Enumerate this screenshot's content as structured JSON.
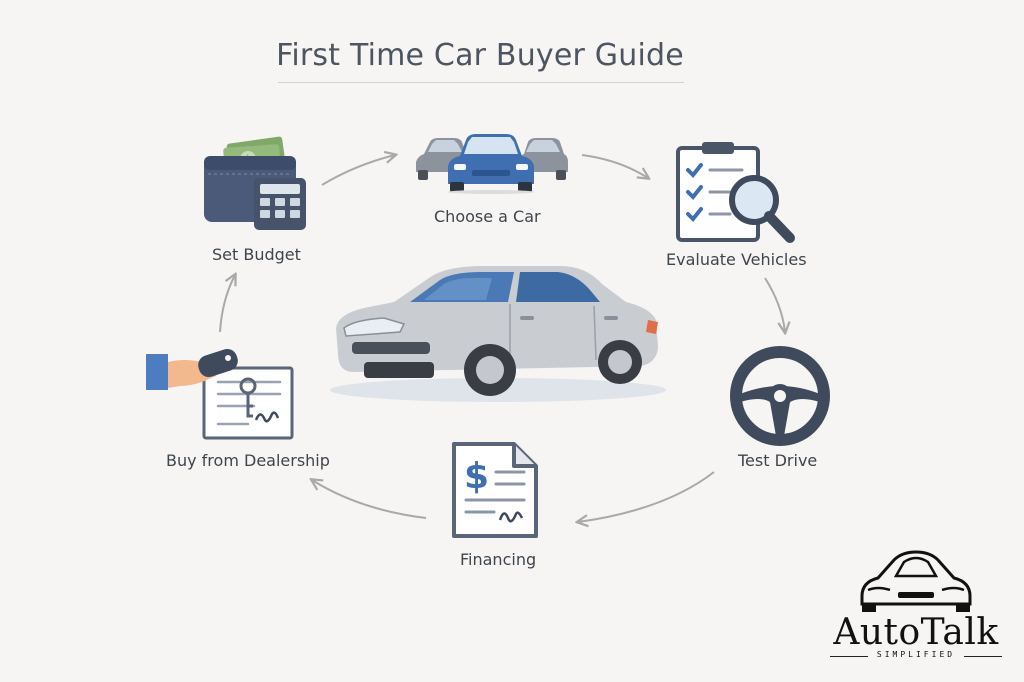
{
  "title": "First Time Car Buyer Guide",
  "steps": [
    {
      "label": "Set Budget",
      "icon": "wallet-calculator-icon"
    },
    {
      "label": "Choose a Car",
      "icon": "cars-icon"
    },
    {
      "label": "Evaluate Vehicles",
      "icon": "clipboard-magnifier-icon"
    },
    {
      "label": "Test Drive",
      "icon": "steering-wheel-icon"
    },
    {
      "label": "Financing",
      "icon": "dollar-document-icon"
    },
    {
      "label": "Buy from Dealership",
      "icon": "hand-keys-contract-icon"
    }
  ],
  "brand": {
    "name": "AutoTalk",
    "tagline": "SIMPLIFIED"
  },
  "colors": {
    "background": "#f6f5f3",
    "accent_blue": "#3f6fb0",
    "icon_dark": "#3f4a5c",
    "arrow": "#a9a9a9"
  }
}
